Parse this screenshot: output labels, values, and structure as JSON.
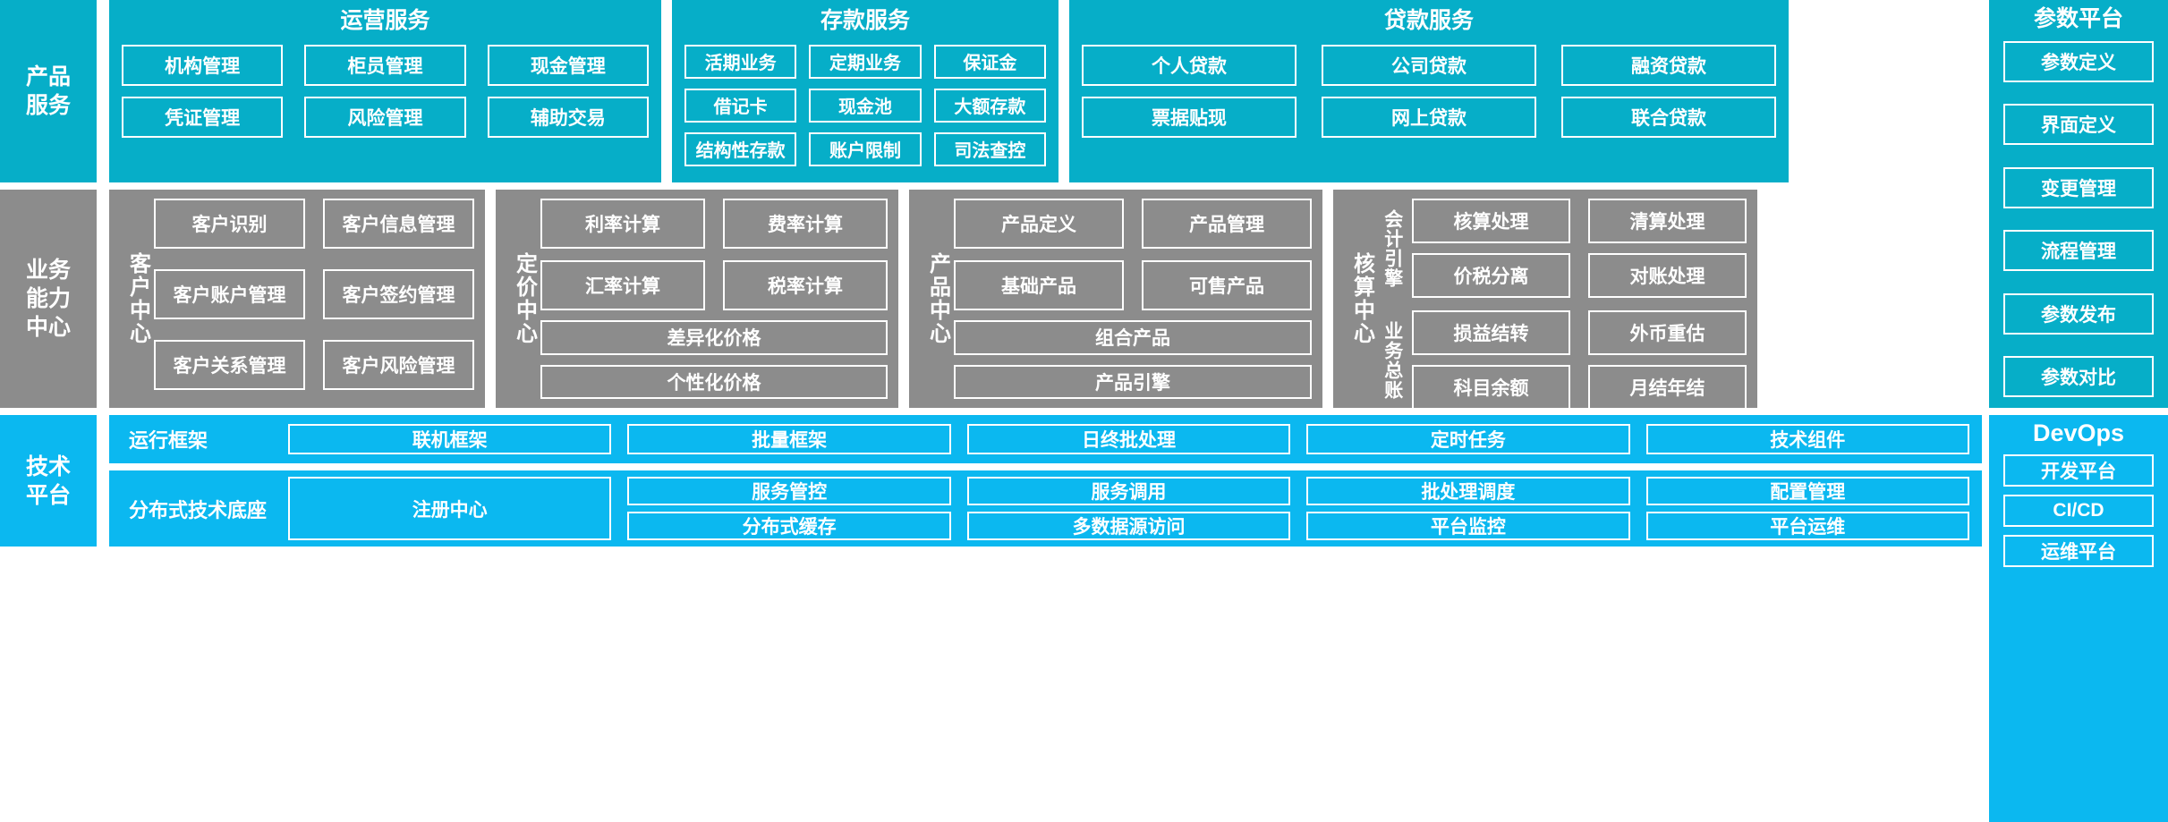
{
  "colors": {
    "teal": "#06AEC8",
    "gray": "#8C8C8C",
    "blue": "#0BB8F0",
    "border": "#FFFFFF",
    "text": "#FFFFFF",
    "background": "#FFFFFF"
  },
  "bands": {
    "product_services": {
      "side_label": "产品\n服务",
      "side_label_line1": "产品",
      "side_label_line2": "服务",
      "groups": [
        {
          "key": "operation",
          "title": "运营服务",
          "tiles": [
            "机构管理",
            "柜员管理",
            "现金管理",
            "凭证管理",
            "风险管理",
            "辅助交易"
          ]
        },
        {
          "key": "deposit",
          "title": "存款服务",
          "tiles": [
            "活期业务",
            "定期业务",
            "保证金",
            "借记卡",
            "现金池",
            "大额存款",
            "结构性存款",
            "账户限制",
            "司法查控"
          ]
        },
        {
          "key": "loan",
          "title": "贷款服务",
          "tiles": [
            "个人贷款",
            "公司贷款",
            "融资贷款",
            "票据贴现",
            "网上贷款",
            "联合贷款"
          ]
        }
      ]
    },
    "business_capability": {
      "side_label_line1": "业务",
      "side_label_line2": "能力",
      "side_label_line3": "中心",
      "groups": [
        {
          "key": "customer",
          "vlabel": "客户中心",
          "tiles": [
            "客户识别",
            "客户信息管理",
            "客户账户管理",
            "客户签约管理",
            "客户关系管理",
            "客户风险管理"
          ]
        },
        {
          "key": "pricing",
          "vlabel": "定价中心",
          "tiles_grid": [
            "利率计算",
            "费率计算",
            "汇率计算",
            "税率计算"
          ],
          "tiles_full": [
            "差异化价格",
            "个性化价格"
          ]
        },
        {
          "key": "product_center",
          "vlabel": "产品中心",
          "tiles_grid": [
            "产品定义",
            "产品管理",
            "基础产品",
            "可售产品"
          ],
          "tiles_full": [
            "组合产品",
            "产品引擎"
          ]
        },
        {
          "key": "accounting",
          "vlabel": "核算中心",
          "subsections": [
            {
              "vlabel": "会计引擎",
              "tiles": [
                "核算处理",
                "清算处理",
                "价税分离",
                "对账处理"
              ]
            },
            {
              "vlabel": "业务总账",
              "tiles": [
                "损益结转",
                "外币重估",
                "科目余额",
                "月结年结"
              ]
            }
          ]
        }
      ]
    },
    "technical_platform": {
      "side_label_line1": "技术",
      "side_label_line2": "平台",
      "rows": [
        {
          "key": "runtime",
          "label": "运行框架",
          "tiles": [
            "联机框架",
            "批量框架",
            "日终批处理",
            "定时任务",
            "技术组件"
          ]
        },
        {
          "key": "base",
          "label": "分布式技术底座",
          "registry": "注册中心",
          "tiles_row1": [
            "服务管控",
            "服务调用",
            "批处理调度",
            "配置管理"
          ],
          "tiles_row2": [
            "分布式缓存",
            "多数据源访问",
            "平台监控",
            "平台运维"
          ]
        }
      ]
    }
  },
  "right_column": {
    "parameter_platform": {
      "title": "参数平台",
      "tiles": [
        "参数定义",
        "界面定义",
        "变更管理",
        "流程管理",
        "参数发布",
        "参数对比"
      ]
    },
    "devops": {
      "title": "DevOps",
      "tiles": [
        "开发平台",
        "CI/CD",
        "运维平台"
      ]
    }
  }
}
